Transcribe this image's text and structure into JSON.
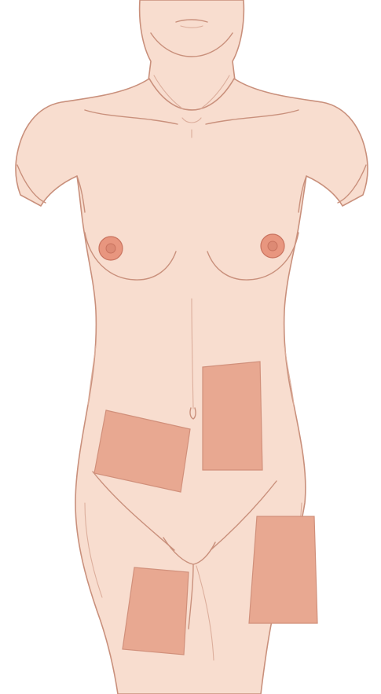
{
  "colors": {
    "background": "#ffffff",
    "skin": "#f8ddcf",
    "skin_shadow": "#f1cdbb",
    "outline": "#c9907c",
    "outline_soft": "#dcae9c",
    "areola": "#e8967f",
    "areola_edge": "#c9735f",
    "nipple": "#dd8a74",
    "patch": "#e8a891",
    "patch_edge": "#d1907b"
  },
  "figure": {
    "description_icon": "female-torso-figure",
    "patch_sites": [
      {
        "name": "patch-lower-abdomen-right-of-navel"
      },
      {
        "name": "patch-lower-abdomen-left-of-navel"
      },
      {
        "name": "patch-right-outer-hip"
      },
      {
        "name": "patch-left-upper-thigh"
      }
    ]
  }
}
